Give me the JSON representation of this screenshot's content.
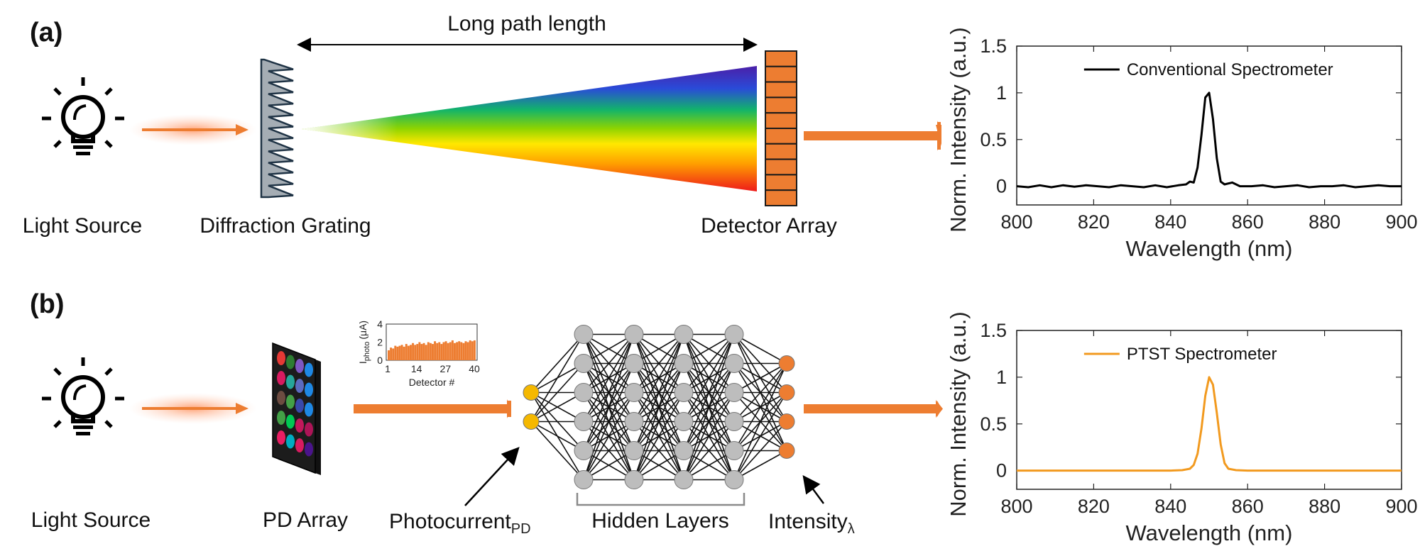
{
  "panels": {
    "a": "(a)",
    "b": "(b)"
  },
  "labels": {
    "light_source_a": "Light Source",
    "diffraction_grating": "Diffraction Grating",
    "long_path": "Long path length",
    "detector_array": "Detector Array",
    "light_source_b": "Light Source",
    "pd_array": "PD Array",
    "photocurrent": "Photocurrent",
    "photocurrent_sub": "PD",
    "hidden_layers": "Hidden Layers",
    "intensity": "Intensity",
    "intensity_sub": "λ"
  },
  "colors": {
    "arrow_orange": "#ed7d31",
    "conventional_line": "#000000",
    "ptst_line": "#f29a1f",
    "input_node": "#f5b800",
    "hidden_node": "#bdbdbd",
    "output_node": "#ed7d31"
  },
  "inset": {
    "ylabel": "I",
    "ylabel_sub": "photo",
    "ylabel_unit": "(μA)",
    "xlabel": "Detector #",
    "x_ticks": [
      "1",
      "14",
      "27",
      "40"
    ],
    "y_ticks": [
      "0",
      "2",
      "4"
    ],
    "values": [
      1.1,
      1.4,
      1.3,
      1.6,
      1.5,
      1.6,
      1.7,
      1.5,
      1.8,
      1.6,
      1.7,
      1.9,
      1.7,
      1.8,
      2.0,
      1.8,
      1.9,
      1.7,
      2.0,
      1.9,
      1.8,
      2.1,
      1.9,
      2.0,
      1.8,
      2.0,
      2.1,
      1.9,
      2.0,
      2.2,
      1.9,
      2.0,
      2.1,
      2.0,
      1.9,
      2.1,
      2.0,
      2.2,
      2.1,
      2.2
    ]
  },
  "network": {
    "input_nodes": 2,
    "hidden_layers": [
      6,
      6,
      6,
      6
    ],
    "output_nodes": 4
  },
  "chart_data": [
    {
      "type": "line",
      "xlabel": "Wavelength (nm)",
      "ylabel": "Norm. Intensity (a.u.)",
      "xlim": [
        800,
        900
      ],
      "ylim": [
        -0.2,
        1.5
      ],
      "x_ticks": [
        "800",
        "820",
        "840",
        "860",
        "880",
        "900"
      ],
      "y_ticks": [
        "0",
        "0.5",
        "1",
        "1.5"
      ],
      "legend_position": "top",
      "series": [
        {
          "name": "Conventional Spectrometer",
          "color": "#000000",
          "x": [
            800,
            803,
            806,
            809,
            812,
            815,
            818,
            821,
            824,
            827,
            830,
            833,
            836,
            839,
            842,
            844,
            845,
            846,
            847,
            848,
            849,
            850,
            851,
            852,
            853,
            854,
            856,
            858,
            861,
            864,
            867,
            870,
            873,
            876,
            879,
            882,
            885,
            888,
            891,
            894,
            897,
            900
          ],
          "y": [
            0.0,
            -0.01,
            0.01,
            -0.01,
            0.01,
            -0.005,
            0.01,
            0.0,
            -0.01,
            0.01,
            0.0,
            -0.01,
            0.01,
            -0.01,
            0.01,
            0.02,
            0.05,
            0.04,
            0.2,
            0.55,
            0.95,
            1.0,
            0.72,
            0.3,
            0.05,
            0.02,
            0.04,
            0.0,
            0.0,
            0.01,
            -0.01,
            0.0,
            0.01,
            -0.01,
            0.0,
            0.0,
            0.01,
            -0.01,
            0.0,
            0.01,
            0.0,
            0.0
          ]
        }
      ]
    },
    {
      "type": "line",
      "xlabel": "Wavelength (nm)",
      "ylabel": "Norm. Intensity (a.u.)",
      "xlim": [
        800,
        900
      ],
      "ylim": [
        -0.2,
        1.5
      ],
      "x_ticks": [
        "800",
        "820",
        "840",
        "860",
        "880",
        "900"
      ],
      "y_ticks": [
        "0",
        "0.5",
        "1",
        "1.5"
      ],
      "legend_position": "top",
      "series": [
        {
          "name": "PTST Spectrometer",
          "color": "#f29a1f",
          "x": [
            800,
            805,
            810,
            815,
            820,
            825,
            830,
            835,
            840,
            843,
            845,
            846,
            847,
            848,
            849,
            850,
            851,
            852,
            853,
            854,
            855,
            857,
            860,
            865,
            870,
            875,
            880,
            885,
            890,
            895,
            900
          ],
          "y": [
            0.0,
            0.0,
            0.0,
            0.0,
            0.0,
            0.0,
            0.0,
            0.0,
            0.0,
            0.005,
            0.02,
            0.06,
            0.18,
            0.45,
            0.8,
            1.0,
            0.92,
            0.62,
            0.28,
            0.08,
            0.02,
            0.005,
            0.0,
            0.0,
            0.0,
            0.0,
            0.0,
            0.0,
            0.0,
            0.0,
            0.0
          ]
        }
      ]
    }
  ]
}
